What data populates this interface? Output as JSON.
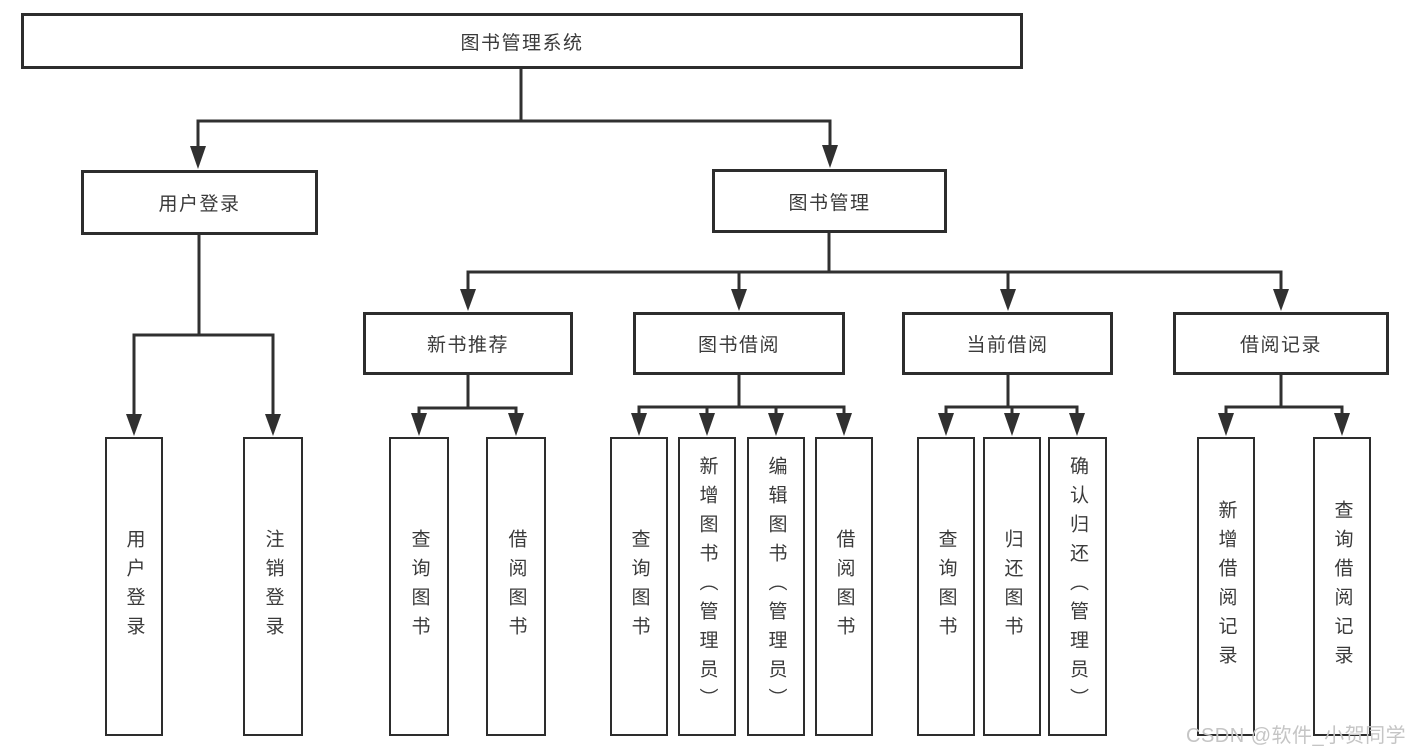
{
  "diagram": {
    "root": {
      "label": "图书管理系统"
    },
    "level2": [
      {
        "label": "用户登录"
      },
      {
        "label": "图书管理"
      }
    ],
    "level3": [
      {
        "label": "新书推荐",
        "parent": "图书管理"
      },
      {
        "label": "图书借阅",
        "parent": "图书管理"
      },
      {
        "label": "当前借阅",
        "parent": "图书管理"
      },
      {
        "label": "借阅记录",
        "parent": "图书管理"
      }
    ],
    "leaves": [
      {
        "label": "用户登录",
        "parent": "用户登录"
      },
      {
        "label": "注销登录",
        "parent": "用户登录"
      },
      {
        "label": "查询图书",
        "parent": "新书推荐"
      },
      {
        "label": "借阅图书",
        "parent": "新书推荐"
      },
      {
        "label": "查询图书",
        "parent": "图书借阅"
      },
      {
        "label": "新增图书（管理员）",
        "parent": "图书借阅"
      },
      {
        "label": "编辑图书（管理员）",
        "parent": "图书借阅"
      },
      {
        "label": "借阅图书",
        "parent": "图书借阅"
      },
      {
        "label": "查询图书",
        "parent": "当前借阅"
      },
      {
        "label": "归还图书",
        "parent": "当前借阅"
      },
      {
        "label": "确认归还（管理员）",
        "parent": "当前借阅"
      },
      {
        "label": "新增借阅记录",
        "parent": "借阅记录"
      },
      {
        "label": "查询借阅记录",
        "parent": "借阅记录"
      }
    ]
  },
  "watermark": {
    "text": "CSDN @软件_小贺同学"
  },
  "colors": {
    "line": "#303030",
    "box_border": "#2d2d2d",
    "text": "#3a3a3a",
    "watermark": "#c5c5c5",
    "background": "#ffffff"
  }
}
